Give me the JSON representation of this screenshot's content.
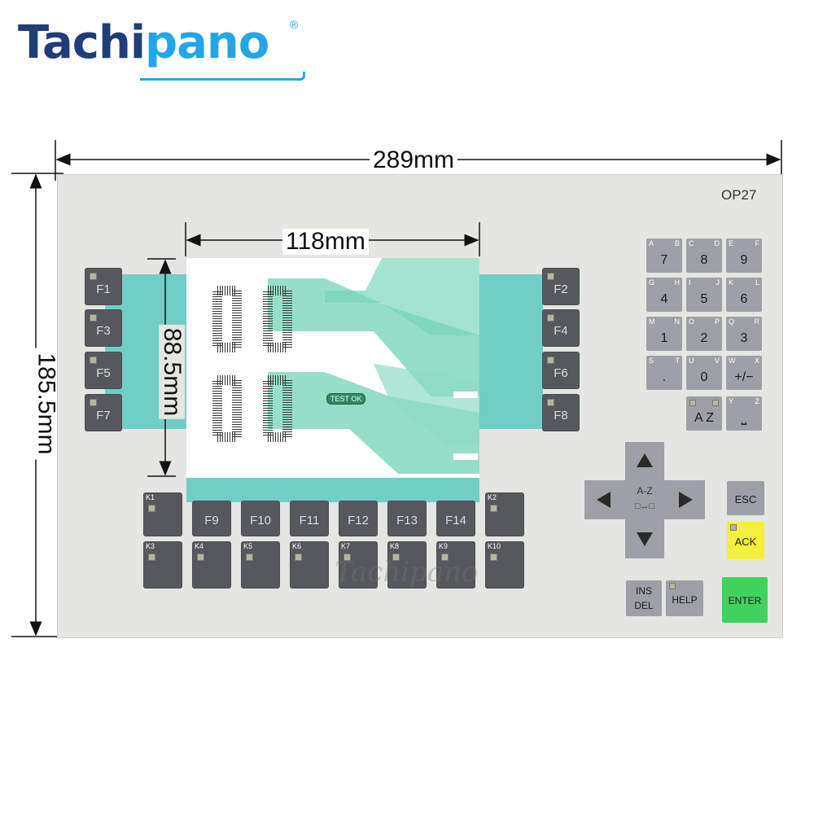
{
  "brand": {
    "part1": "Tachi",
    "part2": "pano",
    "registered": "®"
  },
  "dimensions": {
    "width_label": "289mm",
    "height_label": "185.5mm",
    "window_width_label": "118mm",
    "window_height_label": "88.5mm"
  },
  "panel": {
    "model": "OP27",
    "test_tag": "TEST OK",
    "watermark": "Tachipano"
  },
  "left_keys": [
    "F1",
    "F3",
    "F5",
    "F7"
  ],
  "right_keys": [
    "F2",
    "F4",
    "F6",
    "F8"
  ],
  "bottom_f_keys": [
    "F9",
    "F10",
    "F11",
    "F12",
    "F13",
    "F14"
  ],
  "k_keys_row1": [
    "K1",
    "K2"
  ],
  "k_keys_row2": [
    "K3",
    "K4",
    "K5",
    "K6",
    "K7",
    "K8",
    "K9",
    "K10"
  ],
  "numpad": [
    {
      "num": "7",
      "l": "A",
      "r": "B"
    },
    {
      "num": "8",
      "l": "C",
      "r": "D"
    },
    {
      "num": "9",
      "l": "E",
      "r": "F"
    },
    {
      "num": "4",
      "l": "G",
      "r": "H"
    },
    {
      "num": "5",
      "l": "I",
      "r": "J"
    },
    {
      "num": "6",
      "l": "K",
      "r": "L"
    },
    {
      "num": "1",
      "l": "M",
      "r": "N"
    },
    {
      "num": "2",
      "l": "O",
      "r": "P"
    },
    {
      "num": "3",
      "l": "Q",
      "r": "R"
    },
    {
      "num": ".",
      "l": "S",
      "r": "T"
    },
    {
      "num": "0",
      "l": "U",
      "r": "V"
    },
    {
      "num": "+/−",
      "l": "W",
      "r": "X"
    }
  ],
  "az_key": {
    "label": "A Z"
  },
  "yz_key": {
    "l": "Y",
    "r": "Z",
    "label": "⎵"
  },
  "cursor_center": {
    "top": "A-Z",
    "bottom": "□↔□"
  },
  "keys": {
    "esc": "ESC",
    "ack": "ACK",
    "ins": "INS",
    "del": "DEL",
    "help": "HELP",
    "enter": "ENTER"
  },
  "colors": {
    "ack": "#f4ef3c",
    "enter": "#3fd35e",
    "teal": "#6fcfc7",
    "panel": "#e5e5e1",
    "dark_key": "#55585d",
    "grey_key": "#9da0a6"
  }
}
